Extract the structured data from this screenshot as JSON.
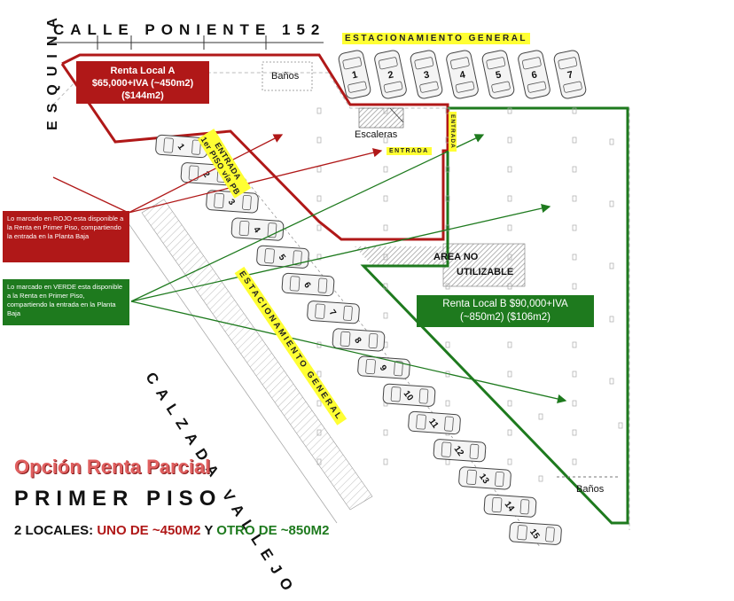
{
  "streets": {
    "top": "CALLE PONIENTE 152",
    "left": "ESQUINA",
    "diagonal": "CALZADA VALLEJO"
  },
  "parking": {
    "top_label": "ESTACIONAMIENTO GENERAL",
    "diagonal_label": "ESTACIONAMIENTO GENERAL",
    "top_spaces": [
      "1",
      "2",
      "3",
      "4",
      "5",
      "6",
      "7"
    ],
    "diagonal_spaces": [
      "1",
      "2",
      "3",
      "4",
      "5",
      "6",
      "7",
      "8",
      "9",
      "10",
      "11",
      "12",
      "13",
      "14",
      "15"
    ]
  },
  "local_a": {
    "line1": "Renta Local A",
    "line2": "$65,000+IVA (~450m2)",
    "line3": "($144m2)"
  },
  "local_b": {
    "line1": "Renta Local B $90,000+IVA",
    "line2": "(~850m2) ($106m2)"
  },
  "rooms": {
    "banos_top": "Baños",
    "banos_bottom": "Baños",
    "escaleras": "Escaleras",
    "area_no_line1": "AREA NO",
    "area_no_line2": "UTILIZABLE"
  },
  "entrances": {
    "main": "ENTRADA",
    "main_sub": "1er PISO vía PB",
    "small": "ENTRADA",
    "vertical": "ENTRADA"
  },
  "legend": {
    "red": "Lo marcado en ROJO esta disponible a la Renta en Primer Piso, compartiendo la entrada en la Planta Baja",
    "green": "Lo marcado en VERDE esta disponible a la Renta en Primer Piso, compartiendo la entrada en la Planta Baja"
  },
  "footer": {
    "option": "Opción Renta Parcial",
    "floor": "PRIMER PISO",
    "locales_prefix": "2 LOCALES: ",
    "locales_red": "UNO DE ~450M2",
    "locales_mid": " Y ",
    "locales_green": "OTRO DE ~850M2"
  },
  "colors": {
    "red": "#b01818",
    "green": "#1e7a1e",
    "yellow": "#ffff33",
    "option_red": "#e06060"
  }
}
